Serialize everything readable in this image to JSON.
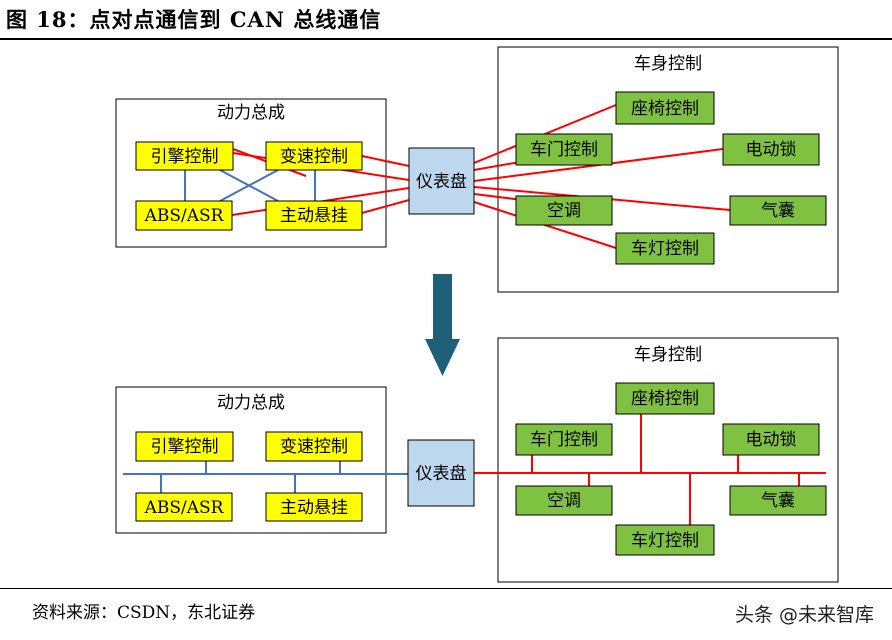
{
  "figure": {
    "title": "图 18：点对点通信到 CAN 总线通信",
    "source": "资料来源：CSDN，东北证券",
    "watermark": "头条 @未来智库"
  },
  "colors": {
    "yellow_fill": "#ffff00",
    "green_fill": "#7fc241",
    "gateway_fill": "#bdd7ee",
    "red_link": "#ff0000",
    "blue_link": "#4472c4",
    "arrow": "#1f5f7a"
  },
  "panels": {
    "power_top": "动力总成",
    "body_top": "车身控制",
    "power_bottom": "动力总成",
    "body_bottom": "车身控制"
  },
  "nodes": {
    "engine": "引擎控制",
    "transmission": "变速控制",
    "abs": "ABS/ASR",
    "suspension": "主动悬挂",
    "gateway": "仪表盘",
    "seat": "座椅控制",
    "door": "车门控制",
    "lock": "电动锁",
    "ac": "空调",
    "airbag": "气囊",
    "light": "车灯控制"
  },
  "icons": {
    "down_arrow": "down-arrow-icon"
  }
}
